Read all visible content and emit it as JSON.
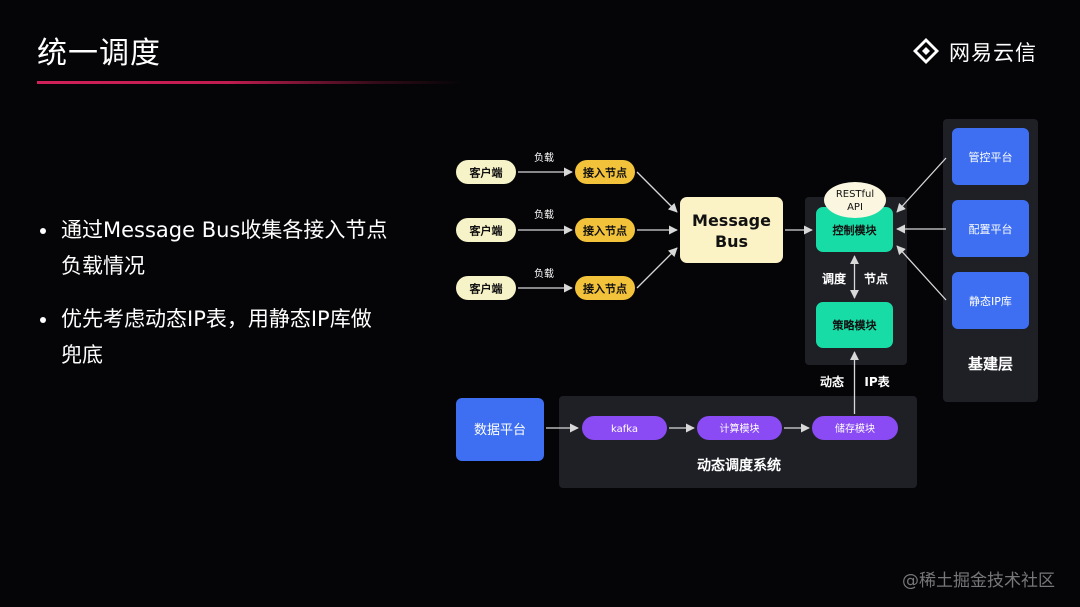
{
  "slide": {
    "title": "统一调度",
    "logo_text": "网易云信",
    "bullets": [
      {
        "line1": "通过Message Bus收集各接入节点",
        "line2": "负载情况"
      },
      {
        "line1": "优先考虑动态IP表，用静态IP库做",
        "line2": "兜底"
      }
    ],
    "watermark": "@稀土掘金技术社区"
  },
  "diagram": {
    "clients": [
      "客户端",
      "客户端",
      "客户端"
    ],
    "edge_labels": [
      "负载",
      "负载",
      "负载"
    ],
    "access_nodes": [
      "接入节点",
      "接入节点",
      "接入节点"
    ],
    "message_bus": {
      "line1": "Message",
      "line2": "Bus"
    },
    "restful": {
      "line1": "RESTful",
      "line2": "API"
    },
    "control_module": "控制模块",
    "strategy_module": "策略模块",
    "label_dispatch": "调度",
    "label_node": "节点",
    "label_dynamic": "动态",
    "label_ip_table": "IP表",
    "infra": {
      "items": [
        "管控平台",
        "配置平台",
        "静态IP库"
      ],
      "caption": "基建层"
    },
    "data_platform": "数据平台",
    "pipeline": [
      "kafka",
      "计算模块",
      "储存模块"
    ],
    "dynamic_system_caption": "动态调度系统"
  },
  "colors": {
    "background": "#050507",
    "accent_line": "#d0205a",
    "client_fill": "#f7f3c8",
    "access_fill": "#f2c23a",
    "bus_fill": "#fbf3c6",
    "module_fill": "#17dca6",
    "platform_fill": "#3e6ff3",
    "pipeline_fill": "#8a4bf5",
    "panel_fill": "#1e2026"
  }
}
